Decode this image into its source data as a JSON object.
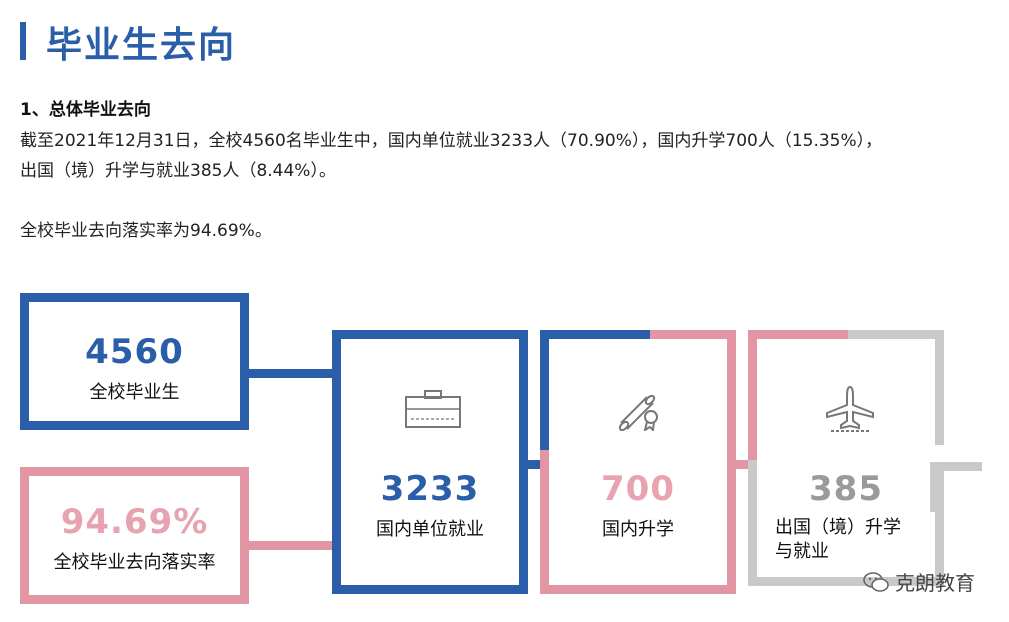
{
  "header": {
    "title": "毕业生去向"
  },
  "section": {
    "heading": "1、总体毕业去向",
    "line1": "截至2021年12月31日，全校4560名毕业生中，国内单位就业3233人（70.90%），国内升学700人（15.35%），",
    "line2": "出国（境）升学与就业385人（8.44%）。",
    "line3": "全校毕业去向落实率为94.69%。"
  },
  "stats": {
    "total": {
      "value": "4560",
      "label": "全校毕业生"
    },
    "rate": {
      "value": "94.69%",
      "label": "全校毕业去向落实率"
    },
    "domestic_employment": {
      "value": "3233",
      "label": "国内单位就业",
      "icon": "briefcase-icon"
    },
    "domestic_study": {
      "value": "700",
      "label": "国内升学",
      "icon": "diploma-icon"
    },
    "abroad": {
      "value": "385",
      "label_line1": "出国（境）升学",
      "label_line2": "与就业",
      "icon": "airplane-icon"
    }
  },
  "watermark": {
    "text": "克朗教育"
  },
  "colors": {
    "blue": "#2a5ea8",
    "pink": "#e296a4",
    "gray": "#c9c9c9"
  }
}
